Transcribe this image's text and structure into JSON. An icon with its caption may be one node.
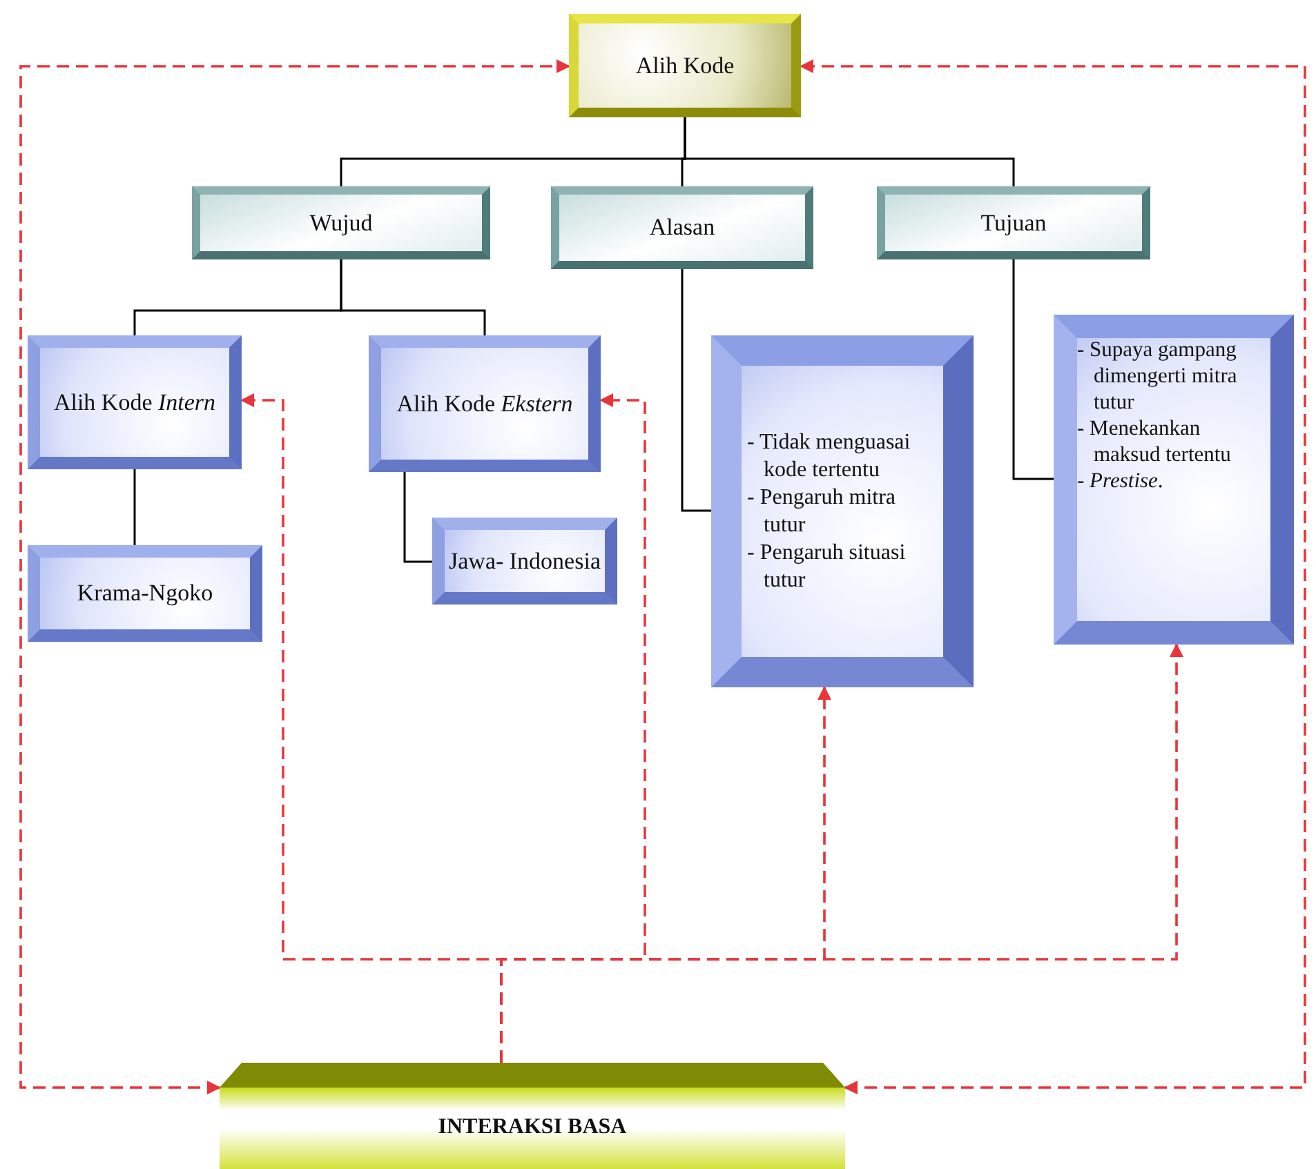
{
  "diagram": {
    "nodes": [
      {
        "text": [
          "Alih Kode"
        ]
      },
      {
        "text": [
          "Wujud"
        ]
      },
      {
        "text": [
          "Alasan"
        ]
      },
      {
        "text": [
          "Tujuan"
        ]
      },
      {
        "text": [
          "Alih Kode *Intern*"
        ]
      },
      {
        "text": [
          "Krama-Ngoko"
        ]
      },
      {
        "text": [
          "Alih Kode *Ekstern*"
        ]
      },
      {
        "text": [
          "Jawa- Indonesia"
        ]
      },
      {
        "text": [
          "- Tidak menguasai kode tertentu",
          "- Pengaruh mitra tutur",
          "- Pengaruh situasi tutur"
        ]
      },
      {
        "text": [
          "- Supaya gampang dimengerti mitra tutur",
          "- Menekankan maksud tertentu",
          "- *Prestise*."
        ]
      },
      {
        "text": [
          "INTERAKSI BASA"
        ]
      }
    ],
    "edges": [
      {
        "from": 0,
        "to": 1,
        "arrow": "none"
      },
      {
        "from": 0,
        "to": 2,
        "arrow": "none"
      },
      {
        "from": 0,
        "to": 3,
        "arrow": "none"
      },
      {
        "from": 1,
        "to": 4,
        "arrow": "none"
      },
      {
        "from": 1,
        "to": 6,
        "arrow": "none"
      },
      {
        "from": 4,
        "to": 5,
        "arrow": "none"
      },
      {
        "from": 6,
        "to": 7,
        "arrow": "none"
      },
      {
        "from": 2,
        "to": 8,
        "arrow": "none"
      },
      {
        "from": 3,
        "to": 9,
        "arrow": "none"
      },
      {
        "from": 10,
        "to": 0,
        "arrow": "both",
        "style": "dashed",
        "color": "#e8353b"
      },
      {
        "from": 10,
        "to": 0,
        "arrow": "both",
        "style": "dashed",
        "color": "#e8353b"
      },
      {
        "from": 10,
        "to": 4,
        "arrow": "to",
        "style": "dashed",
        "color": "#e8353b"
      },
      {
        "from": 10,
        "to": 6,
        "arrow": "to",
        "style": "dashed",
        "color": "#e8353b"
      },
      {
        "from": 10,
        "to": 8,
        "arrow": "to",
        "style": "dashed",
        "color": "#e8353b"
      },
      {
        "from": 10,
        "to": 9,
        "arrow": "to",
        "style": "dashed",
        "color": "#e8353b"
      }
    ]
  }
}
